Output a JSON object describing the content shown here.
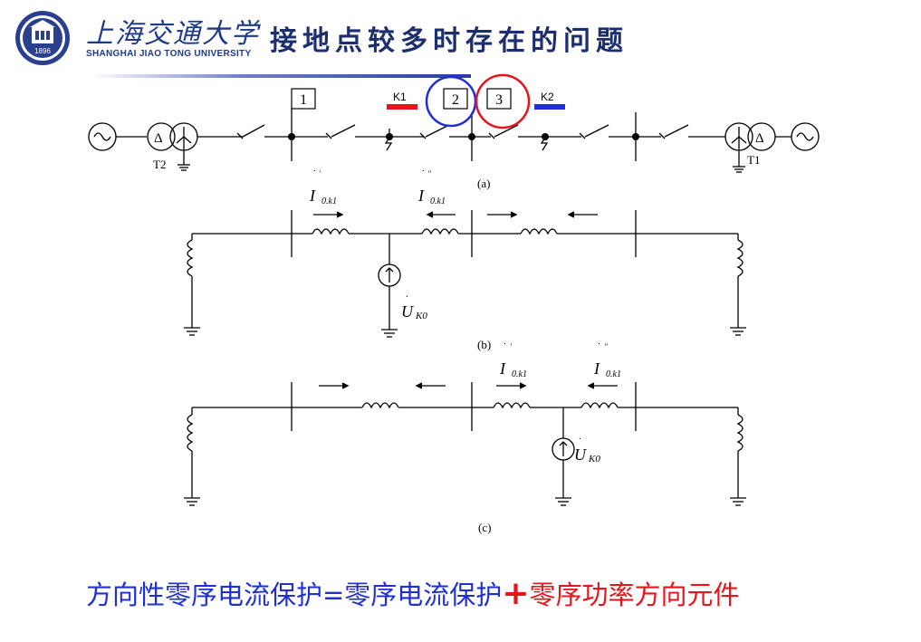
{
  "header": {
    "logo_cn": "上海交通大学",
    "logo_en": "SHANGHAI JIAO TONG UNIVERSITY",
    "seal_year": "1896",
    "title": "接地点较多时存在的问题"
  },
  "diagram": {
    "box_labels": [
      "1",
      "2",
      "3"
    ],
    "fault_labels": [
      "K1",
      "K2"
    ],
    "transformer_labels": [
      "T2",
      "T1"
    ],
    "delta_symbol": "Δ",
    "current_symbol": "I",
    "current_subscript": "0.k1",
    "prime_single": "'",
    "prime_double": "\"",
    "voltage_symbol": "U",
    "voltage_subscript": "K0",
    "caption_a": "(a)",
    "caption_b": "(b)",
    "caption_c": "(c)",
    "colors": {
      "fault_k1": "#e8141b",
      "fault_k2": "#1f2fd6",
      "circle2": "#1f2fd6",
      "circle3": "#e8141b"
    }
  },
  "formula": {
    "left": "方向性零序电流保护=零序电流保护",
    "plus": "+",
    "right": "零序功率方向元件"
  }
}
